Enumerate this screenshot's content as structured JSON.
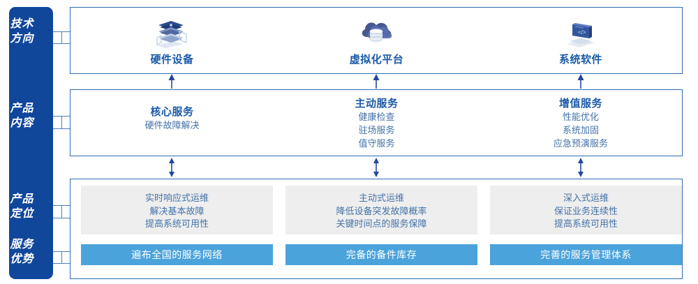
{
  "sidebar": {
    "color": "#10479B",
    "labels": [
      {
        "name": "tech-direction",
        "line1": "技术",
        "line2": "方向"
      },
      {
        "name": "product-content",
        "line1": "产品",
        "line2": "内容"
      },
      {
        "name": "product-position",
        "line1": "产品",
        "line2": "定位"
      },
      {
        "name": "service-advantage",
        "line1": "服务",
        "line2": "优势"
      }
    ]
  },
  "tech": {
    "columns": [
      {
        "icon": "server-stack-icon",
        "title": "硬件设备"
      },
      {
        "icon": "cloud-database-icon",
        "title": "虚拟化平台"
      },
      {
        "icon": "laptop-code-icon",
        "title": "系统软件"
      }
    ]
  },
  "content": {
    "columns": [
      {
        "heading": "核心服务",
        "items": [
          "硬件故障解决"
        ]
      },
      {
        "heading": "主动服务",
        "items": [
          "健康检查",
          "驻场服务",
          "值守服务"
        ]
      },
      {
        "heading": "增值服务",
        "items": [
          "性能优化",
          "系统加固",
          "应急预演服务"
        ]
      }
    ]
  },
  "positioning": {
    "columns": [
      {
        "items": [
          "实时响应式运维",
          "解决基本故障",
          "提高系统可用性"
        ]
      },
      {
        "items": [
          "主动式运维",
          "降低设备突发故障概率",
          "关键时间点的服务保障"
        ]
      },
      {
        "items": [
          "深入式运维",
          "保证业务连续性",
          "提高系统可用性"
        ]
      }
    ]
  },
  "advantages": {
    "bar_color": "#4BA3DC",
    "bars": [
      "遍布全国的服务网络",
      "完备的备件库存",
      "完善的服务管理体系"
    ]
  },
  "theme": {
    "border_color": "#2E6DB4",
    "title_color": "#1A5AA8",
    "text_color": "#4472A8",
    "gray_box": "#EEEEEE"
  }
}
